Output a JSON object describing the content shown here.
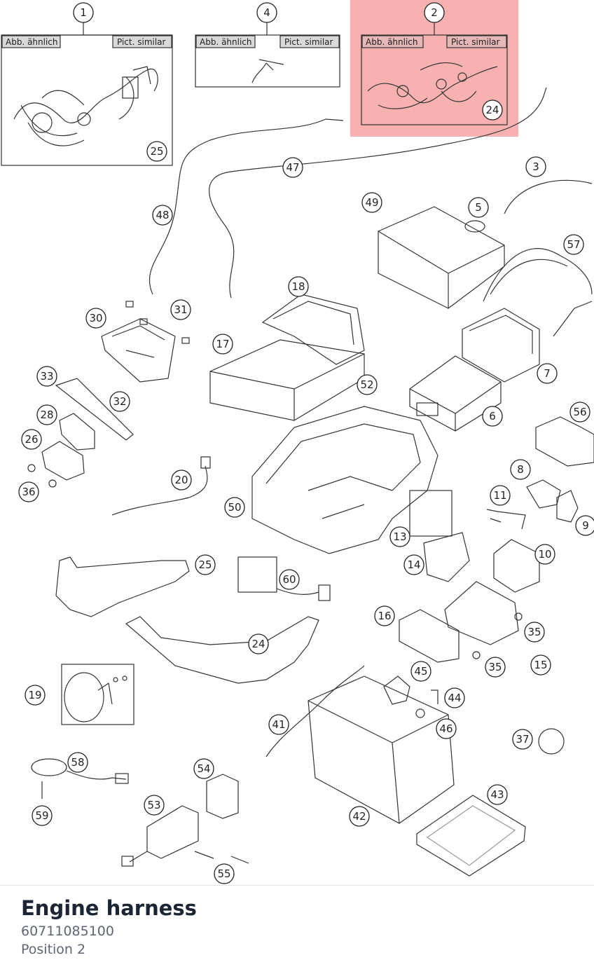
{
  "diagram": {
    "box_labels": {
      "left": "Abb. ähnlich",
      "right": "Pict. similar"
    },
    "highlight_color": "#f6a3a3",
    "parts": [
      {
        "id": "part-1",
        "n": "1"
      },
      {
        "id": "part-4",
        "n": "4"
      },
      {
        "id": "part-2",
        "n": "2"
      },
      {
        "id": "part-25-box",
        "n": "25"
      },
      {
        "id": "part-24-box",
        "n": "24"
      },
      {
        "id": "part-3",
        "n": "3"
      },
      {
        "id": "part-47",
        "n": "47"
      },
      {
        "id": "part-48",
        "n": "48"
      },
      {
        "id": "part-49",
        "n": "49"
      },
      {
        "id": "part-5",
        "n": "5"
      },
      {
        "id": "part-57",
        "n": "57"
      },
      {
        "id": "part-18",
        "n": "18"
      },
      {
        "id": "part-30",
        "n": "30"
      },
      {
        "id": "part-31",
        "n": "31"
      },
      {
        "id": "part-17",
        "n": "17"
      },
      {
        "id": "part-7",
        "n": "7"
      },
      {
        "id": "part-52",
        "n": "52"
      },
      {
        "id": "part-33",
        "n": "33"
      },
      {
        "id": "part-32",
        "n": "32"
      },
      {
        "id": "part-6",
        "n": "6"
      },
      {
        "id": "part-56",
        "n": "56"
      },
      {
        "id": "part-28",
        "n": "28"
      },
      {
        "id": "part-26",
        "n": "26"
      },
      {
        "id": "part-8",
        "n": "8"
      },
      {
        "id": "part-20",
        "n": "20"
      },
      {
        "id": "part-36",
        "n": "36"
      },
      {
        "id": "part-11",
        "n": "11"
      },
      {
        "id": "part-50",
        "n": "50"
      },
      {
        "id": "part-9",
        "n": "9"
      },
      {
        "id": "part-13",
        "n": "13"
      },
      {
        "id": "part-10",
        "n": "10"
      },
      {
        "id": "part-14",
        "n": "14"
      },
      {
        "id": "part-25",
        "n": "25"
      },
      {
        "id": "part-60",
        "n": "60"
      },
      {
        "id": "part-16",
        "n": "16"
      },
      {
        "id": "part-35a",
        "n": "35"
      },
      {
        "id": "part-24",
        "n": "24"
      },
      {
        "id": "part-15",
        "n": "15"
      },
      {
        "id": "part-35b",
        "n": "35"
      },
      {
        "id": "part-45",
        "n": "45"
      },
      {
        "id": "part-19",
        "n": "19"
      },
      {
        "id": "part-44",
        "n": "44"
      },
      {
        "id": "part-41",
        "n": "41"
      },
      {
        "id": "part-46",
        "n": "46"
      },
      {
        "id": "part-37",
        "n": "37"
      },
      {
        "id": "part-58",
        "n": "58"
      },
      {
        "id": "part-54",
        "n": "54"
      },
      {
        "id": "part-43",
        "n": "43"
      },
      {
        "id": "part-53",
        "n": "53"
      },
      {
        "id": "part-42",
        "n": "42"
      },
      {
        "id": "part-59",
        "n": "59"
      },
      {
        "id": "part-55",
        "n": "55"
      }
    ]
  },
  "part_info": {
    "name": "Engine harness",
    "number": "60711085100",
    "position": "Position 2"
  }
}
